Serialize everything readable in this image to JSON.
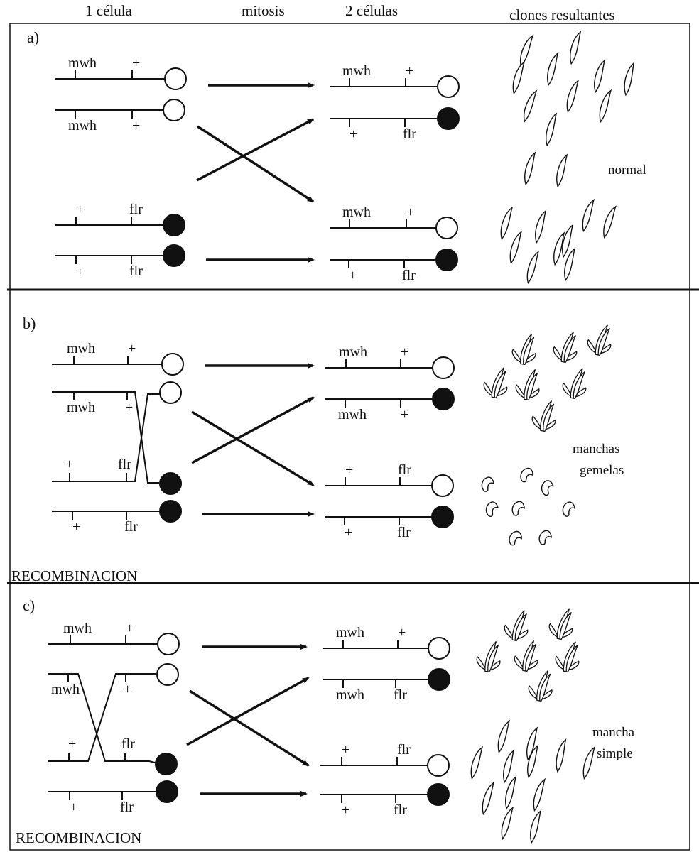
{
  "headers": {
    "one_cell": "1 célula",
    "mitosis": "mitosis",
    "two_cells": "2 células",
    "clones": "clones resultantes"
  },
  "panels": [
    {
      "letter": "a)",
      "result_lines": [
        "normal"
      ],
      "footer": ""
    },
    {
      "letter": "b)",
      "result_lines": [
        "manchas",
        "gemelas"
      ],
      "footer": "RECOMBINACION"
    },
    {
      "letter": "c)",
      "result_lines": [
        "mancha",
        "simple"
      ],
      "footer": "RECOMBINACION"
    }
  ],
  "marker_labels": {
    "mwh": "mwh",
    "flr": "flr",
    "plus": "+"
  },
  "colors": {
    "ink": "#111111",
    "paper": "#ffffff"
  },
  "icons": {
    "open_centromere": "open-circle",
    "filled_centromere": "filled-circle",
    "normal_hair": "single-hair",
    "mwh_hair": "multiple-wing-hair",
    "flr_hair": "flare-hair"
  }
}
